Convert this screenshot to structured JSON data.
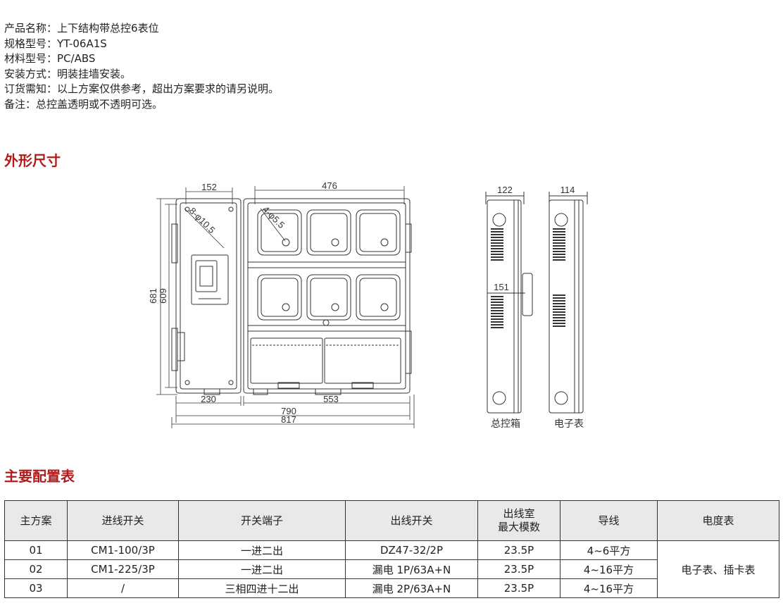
{
  "product_info": [
    {
      "key": "产品名称",
      "value": "上下结构带总控6表位"
    },
    {
      "key": "规格型号",
      "value": "YT-06A1S"
    },
    {
      "key": "材料型号",
      "value": "PC/ABS"
    },
    {
      "key": "安装方式",
      "value": "明装挂墙安装。"
    },
    {
      "key": "订货需知",
      "value": "以上方案仅供参考，超出方案要求的请另说明。"
    },
    {
      "key": "备注",
      "value": "总控盖透明或不透明可选。"
    }
  ],
  "section_dimensions": "外形尺寸",
  "section_config": "主要配置表",
  "drawing": {
    "dims": {
      "d152": "152",
      "d476": "476",
      "d122": "122",
      "d114": "114",
      "d681": "681",
      "d609": "609",
      "d151": "151",
      "d230": "230",
      "d553": "553",
      "d790": "790",
      "d817": "817",
      "hole_large": "8-φ10.5",
      "hole_small": "4-φ5.5"
    },
    "side_labels": {
      "control_box": "总控箱",
      "meter": "电子表"
    }
  },
  "table": {
    "headers": [
      "主方案",
      "进线开关",
      "开关端子",
      "出线开关",
      "出线室\n最大模数",
      "导线",
      "电度表"
    ],
    "rows": [
      [
        "01",
        "CM1-100/3P",
        "一进二出",
        "DZ47-32/2P",
        "23.5P",
        "4~6平方"
      ],
      [
        "02",
        "CM1-225/3P",
        "一进二出",
        "漏电 1P/63A+N",
        "23.5P",
        "4~16平方"
      ],
      [
        "03",
        "/",
        "三相四进十二出",
        "漏电 2P/63A+N",
        "23.5P",
        "4~16平方"
      ]
    ],
    "meter_value": "电子表、插卡表"
  },
  "colors": {
    "accent": "#b01c1c",
    "header_bg": "#e9e9e9"
  }
}
